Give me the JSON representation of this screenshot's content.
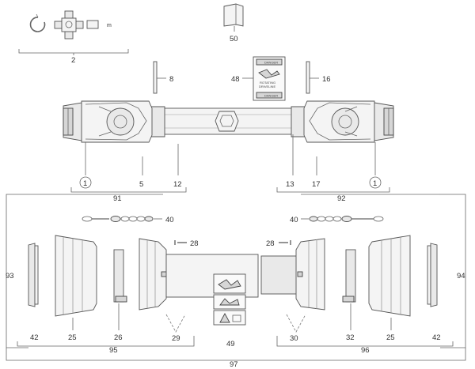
{
  "labels": {
    "l2": "2",
    "l50": "50",
    "l8": "8",
    "l48": "48",
    "l16": "16",
    "l1a": "1",
    "l5": "5",
    "l12": "12",
    "l13": "13",
    "l17": "17",
    "l1b": "1",
    "l91": "91",
    "l92": "92",
    "l40a": "40",
    "l40b": "40",
    "l28a": "28",
    "l28b": "28",
    "l93": "93",
    "l94": "94",
    "l42a": "42",
    "l25a": "25",
    "l26": "26",
    "l29": "29",
    "l49": "49",
    "l30": "30",
    "l32": "32",
    "l25b": "25",
    "l42b": "42",
    "l95": "95",
    "l96": "96",
    "l97": "97"
  },
  "sticker_text": {
    "top": "DANGER",
    "mid1": "ROTATING",
    "mid2": "DRIVELINE",
    "bottom": "DANGER"
  }
}
